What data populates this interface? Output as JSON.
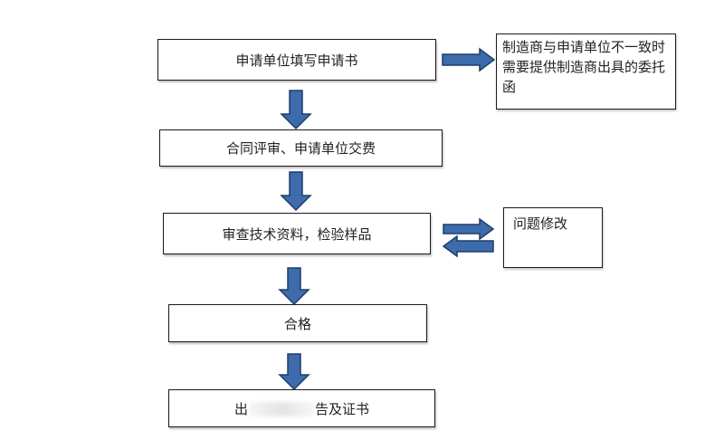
{
  "steps": [
    {
      "label": "申请单位填写申请书"
    },
    {
      "label": "合同评审、申请单位交费"
    },
    {
      "label": "审查技术资料，检验样品"
    },
    {
      "label": "合格"
    },
    {
      "label_prefix": "出",
      "label_suffix": "告及证书"
    }
  ],
  "notes": [
    {
      "text": "制造商与申请单位不一致时需要提供制造商出具的委托函"
    },
    {
      "text": "问题修改"
    }
  ],
  "colors": {
    "arrow_fill": "#3d6bab",
    "arrow_stroke": "#1f3d6b",
    "box_border": "#1a1a1a"
  }
}
